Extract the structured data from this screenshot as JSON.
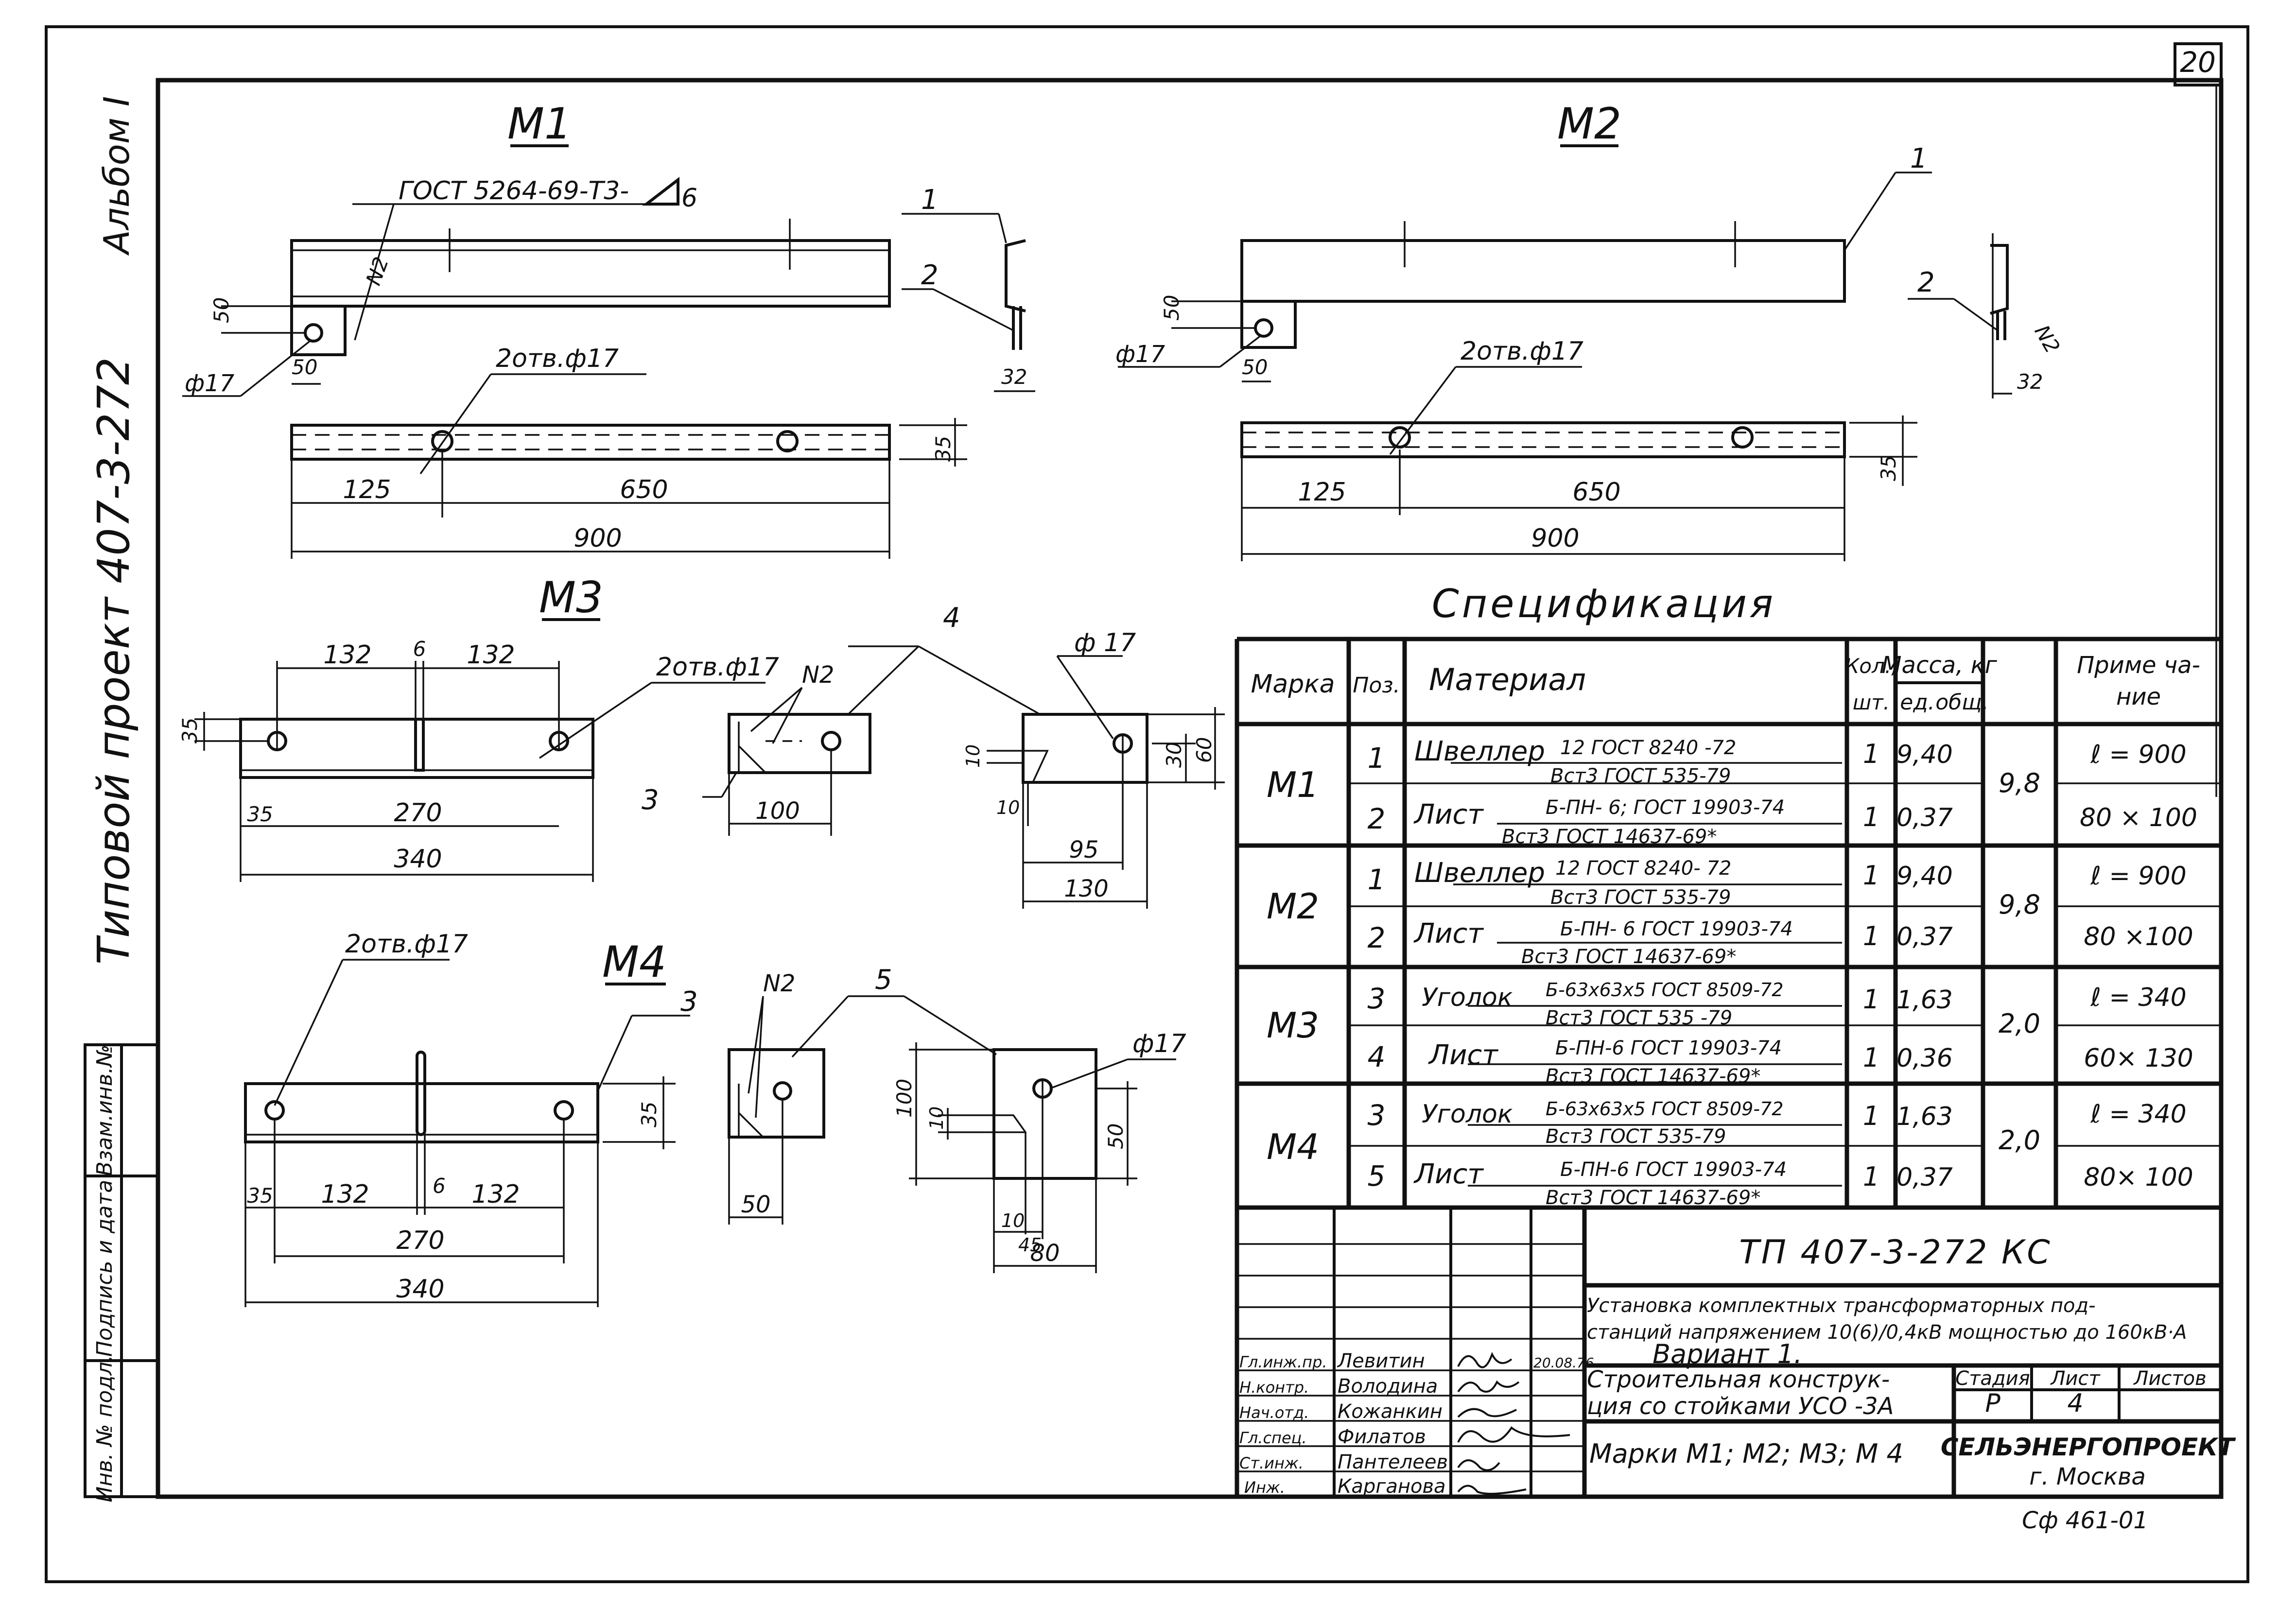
{
  "sheet": {
    "page_number": "20",
    "side_album": "Альбом I",
    "side_project": "Типовой проект 407-3-272",
    "left_stamp": [
      "Инв. № подл.",
      "Подпись и дата",
      "Взам.инв.№"
    ]
  },
  "m1": {
    "title": "М1",
    "weld_note": "ГОСТ 5264-69-Т3-",
    "weld_size": "6",
    "n2": "N2",
    "d50a": "50",
    "d50b": "50",
    "phi17": "ф17",
    "callout1": "1",
    "callout2": "2",
    "d32": "32",
    "holes": "2отв.ф17",
    "d35": "35",
    "d125": "125",
    "d650": "650",
    "d900": "900"
  },
  "m2": {
    "title": "М2",
    "callout1": "1",
    "callout2": "2",
    "n2": "N2",
    "d32": "32",
    "d50a": "50",
    "d50b": "50",
    "phi17": "ф17",
    "holes": "2отв.ф17",
    "d35": "35",
    "d125": "125",
    "d650": "650",
    "d900": "900"
  },
  "m3": {
    "title": "М3",
    "d132a": "132",
    "d6": "6",
    "d132b": "132",
    "holes": "2отв.ф17",
    "d35v": "35",
    "d35": "35",
    "d270": "270",
    "d340": "340",
    "n2": "N2",
    "callout3": "3",
    "d100": "100",
    "callout4": "4",
    "phi17": "ф 17",
    "d10a": "10",
    "d10b": "10",
    "d30": "30",
    "d60": "60",
    "d95": "95",
    "d130": "130"
  },
  "m4": {
    "title": "М4",
    "holes": "2отв.ф17",
    "callout3": "3",
    "d35v": "35",
    "d35": "35",
    "d132a": "132",
    "d6": "6",
    "d132b": "132",
    "d270": "270",
    "d340": "340",
    "n2": "N2",
    "callout5": "5",
    "d50": "50",
    "phi17": "ф17",
    "d100": "100",
    "d10a": "10",
    "d50v": "50",
    "d10b": "10",
    "d45": "45",
    "d80": "80"
  },
  "spec": {
    "title": "Спецификация",
    "headers": {
      "mark": "Марка",
      "pos": "Поз.",
      "material": "Материал",
      "qty1": "Кол.,",
      "qty2": "шт.",
      "mass": "Масса, кг",
      "unit": "ед.",
      "total": "общ.",
      "note1": "Приме ча-",
      "note2": "ние"
    },
    "groups": [
      {
        "mark": "М1",
        "total": "9,8",
        "rows": [
          {
            "pos": "1",
            "name": "Швеллер",
            "top": "12  ГОСТ 8240 -72",
            "bottom": "Вст3  ГОСТ 535-79",
            "qty": "1",
            "unit": "9,40",
            "note": "ℓ = 900"
          },
          {
            "pos": "2",
            "name": "Лист",
            "top": "Б-ПН- 6; ГОСТ 19903-74",
            "bottom": "Вст3  ГОСТ 14637-69*",
            "qty": "1",
            "unit": "0,37",
            "note": "80 × 100"
          }
        ]
      },
      {
        "mark": "М2",
        "total": "9,8",
        "rows": [
          {
            "pos": "1",
            "name": "Швеллер",
            "top": "12   ГОСТ 8240- 72",
            "bottom": "Вст3   ГОСТ 535-79",
            "qty": "1",
            "unit": "9,40",
            "note": "ℓ = 900"
          },
          {
            "pos": "2",
            "name": "Лист",
            "top": "Б-ПН- 6  ГОСТ 19903-74",
            "bottom": "Вст3   ГОСТ 14637-69*",
            "qty": "1",
            "unit": "0,37",
            "note": "80 ×100"
          }
        ]
      },
      {
        "mark": "М3",
        "total": "2,0",
        "rows": [
          {
            "pos": "3",
            "name": "Уголок",
            "top": "Б-63х63х5 ГОСТ 8509-72",
            "bottom": "Вст3   ГОСТ 535 -79",
            "qty": "1",
            "unit": "1,63",
            "note": "ℓ = 340"
          },
          {
            "pos": "4",
            "name": "Лист",
            "top": "Б-ПН-6  ГОСТ 19903-74",
            "bottom": "Вст3   ГОСТ 14637-69*",
            "qty": "1",
            "unit": "0,36",
            "note": "60× 130"
          }
        ]
      },
      {
        "mark": "М4",
        "total": "2,0",
        "rows": [
          {
            "pos": "3",
            "name": "Уголок",
            "top": "Б-63х63х5 ГОСТ 8509-72",
            "bottom": "Вст3   ГОСТ 535-79",
            "qty": "1",
            "unit": "1,63",
            "note": "ℓ = 340"
          },
          {
            "pos": "5",
            "name": "Лист",
            "top": "Б-ПН-6  ГОСТ 19903-74",
            "bottom": "Вст3   ГОСТ 14637-69*",
            "qty": "1",
            "unit": "0,37",
            "note": "80× 100"
          }
        ]
      }
    ]
  },
  "title_block": {
    "code": "ТП 407-3-272  КС",
    "desc1": "Установка комплектных трансформаторных под-",
    "desc2": "станций напряжением 10(6)/0,4кВ мощностью до 160кВ·А",
    "variant1": "Вариант 1.",
    "variant2": "Строительная конструк-",
    "variant3": "ция со стойками  УСО -3А",
    "marks": "Марки М1; М2; М3; М 4",
    "stage_h": "Стадия",
    "sheet_h": "Лист",
    "sheets_h": "Листов",
    "stage": "Р",
    "sheet": "4",
    "org1": "СЕЛЬЭНЕРГОПРОЕКТ",
    "org2": "г. Москва",
    "date": "20.08.76",
    "signatures": [
      {
        "role": "Гл.инж.пр.",
        "name": "Левитин"
      },
      {
        "role": "Н.контр.",
        "name": "Володина"
      },
      {
        "role": "Нач.отд.",
        "name": "Кожанкин"
      },
      {
        "role": "Гл.спец.",
        "name": "Филатов"
      },
      {
        "role": "Ст.инж.",
        "name": "Пантелеев"
      },
      {
        "role": "Инж.",
        "name": "Карганова"
      }
    ],
    "archive_no": "Сф 461-01"
  }
}
